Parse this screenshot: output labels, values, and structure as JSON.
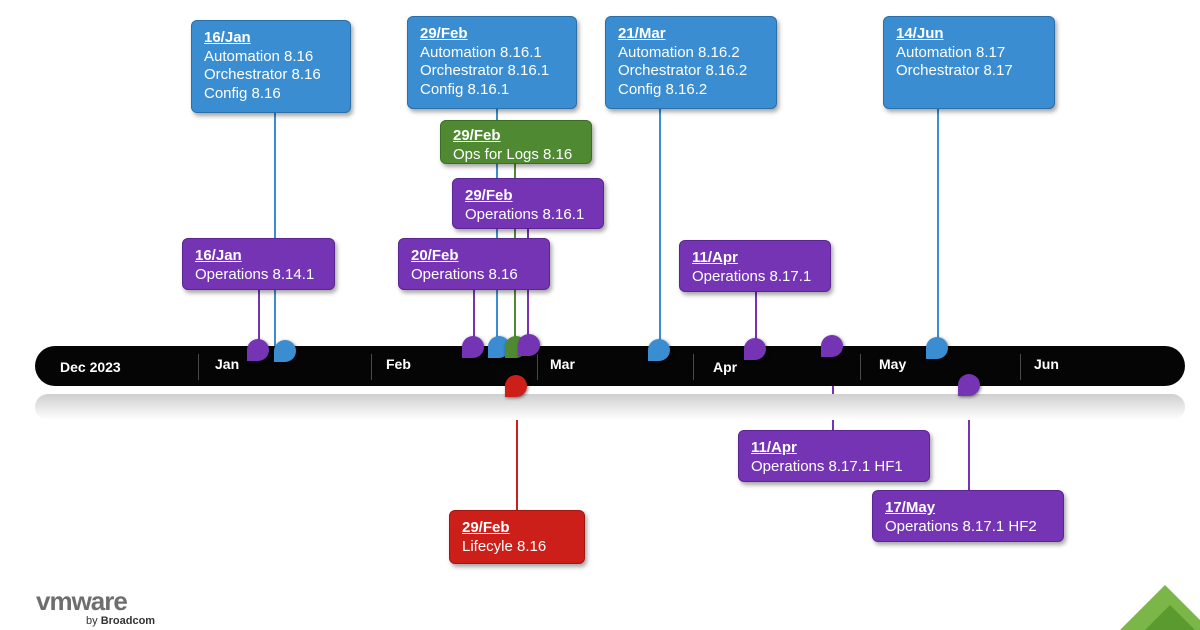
{
  "timeline": {
    "months": [
      "Dec 2023",
      "Jan",
      "Feb",
      "Mar",
      "Apr",
      "May",
      "Jun"
    ]
  },
  "releases": [
    {
      "id": "r1",
      "date": "16/Jan",
      "lines": [
        "Automation 8.16",
        "Orchestrator 8.16",
        "Config 8.16"
      ],
      "color": "#3a8dd0"
    },
    {
      "id": "r2",
      "date": "16/Jan",
      "lines": [
        "Operations 8.14.1"
      ],
      "color": "#7434b4"
    },
    {
      "id": "r3",
      "date": "29/Feb",
      "lines": [
        "Automation 8.16.1",
        "Orchestrator 8.16.1",
        "Config 8.16.1"
      ],
      "color": "#3a8dd0"
    },
    {
      "id": "r4",
      "date": "29/Feb",
      "lines": [
        "Ops for Logs 8.16"
      ],
      "color": "#4f8a32"
    },
    {
      "id": "r5",
      "date": "29/Feb",
      "lines": [
        "Operations 8.16.1"
      ],
      "color": "#7434b4"
    },
    {
      "id": "r6",
      "date": "20/Feb",
      "lines": [
        "Operations 8.16"
      ],
      "color": "#7434b4"
    },
    {
      "id": "r7",
      "date": "21/Mar",
      "lines": [
        "Automation 8.16.2",
        "Orchestrator 8.16.2",
        "Config 8.16.2"
      ],
      "color": "#3a8dd0"
    },
    {
      "id": "r8",
      "date": "11/Apr",
      "lines": [
        "Operations 8.17.1"
      ],
      "color": "#7434b4"
    },
    {
      "id": "r9",
      "date": "14/Jun",
      "lines": [
        "Automation 8.17",
        "Orchestrator 8.17"
      ],
      "color": "#3a8dd0"
    },
    {
      "id": "r10",
      "date": "29/Feb",
      "lines": [
        "Lifecyle 8.16"
      ],
      "color": "#cc1f1a"
    },
    {
      "id": "r11",
      "date": "11/Apr",
      "lines": [
        "Operations 8.17.1 HF1"
      ],
      "color": "#7434b4"
    },
    {
      "id": "r12",
      "date": "17/May",
      "lines": [
        "Operations 8.17.1 HF2"
      ],
      "color": "#7434b4"
    }
  ],
  "logo": {
    "brand": "vmware",
    "byline_prefix": "by",
    "byline_company": "Broadcom"
  }
}
